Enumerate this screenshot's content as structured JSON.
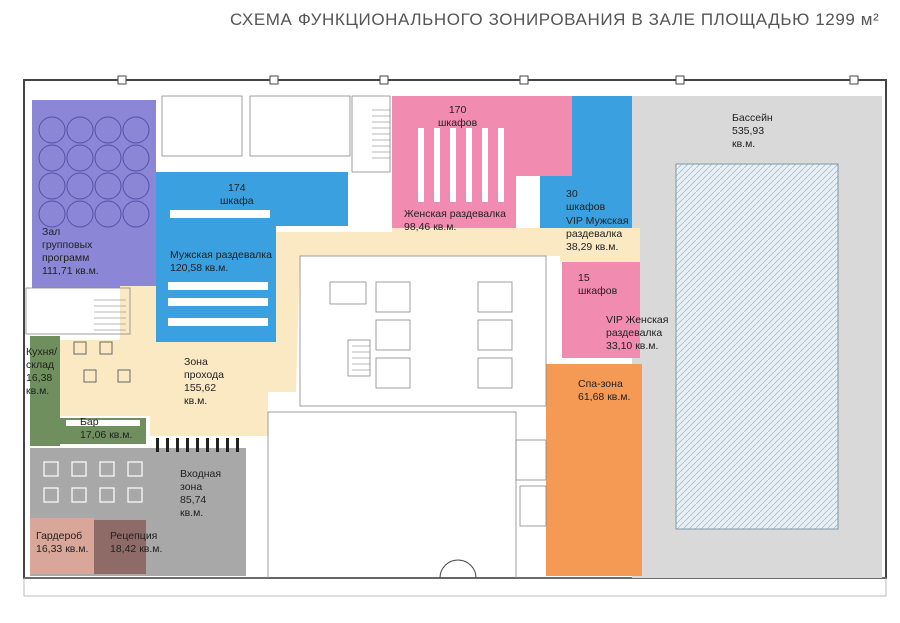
{
  "title": "СХЕМА ФУНКЦИОНАЛЬНОГО ЗОНИРОВАНИЯ В ЗАЛЕ ПЛОЩАДЬЮ 1299 м²",
  "zones": {
    "pool": {
      "name": "Бассейн",
      "area": "535,93\nкв.м.",
      "color": "#d9d9d9"
    },
    "group": {
      "name": "Зал\nгрупповых\nпрограмм",
      "area": "111,71 кв.м.",
      "color": "#8b87d6"
    },
    "men": {
      "name": "Мужская раздевалка",
      "area": "120,58 кв.м.",
      "lockers": "174\nшкафа",
      "color": "#3aa0e0"
    },
    "women": {
      "name": "Женская раздевалка",
      "area": "98,46 кв.м.",
      "lockers": "170\nшкафов",
      "color": "#f28bb0"
    },
    "vip_men": {
      "name": "VIP Мужская\nраздевалка",
      "area": "38,29 кв.м.",
      "lockers": "30\nшкафов",
      "color": "#3aa0e0"
    },
    "vip_women": {
      "name": "VIP Женская\nраздевалка",
      "area": "33,10 кв.м.",
      "lockers": "15\nшкафов",
      "color": "#f28bb0"
    },
    "pass": {
      "name": "Зона\nпрохода",
      "area": "155,62\nкв.м.",
      "color": "#fbe9c4"
    },
    "kitchen": {
      "name": "Кухня/\nсклад",
      "area": "16,38\nкв.м.",
      "color": "#6f8f5e"
    },
    "bar": {
      "name": "Бар",
      "area": "17,06 кв.м.",
      "color": "#6f8f5e"
    },
    "entry": {
      "name": "Входная\nзона",
      "area": "85,74\nкв.м.",
      "color": "#a8a8a8"
    },
    "spa": {
      "name": "Спа-зона",
      "area": "61,68 кв.м.",
      "color": "#f59a55"
    },
    "wardrobe": {
      "name": "Гардероб",
      "area": "16,33 кв.м.",
      "color": "#d9a79a"
    },
    "reception": {
      "name": "Рецепция",
      "area": "18,42 кв.м.",
      "color": "#8e6b66"
    }
  }
}
